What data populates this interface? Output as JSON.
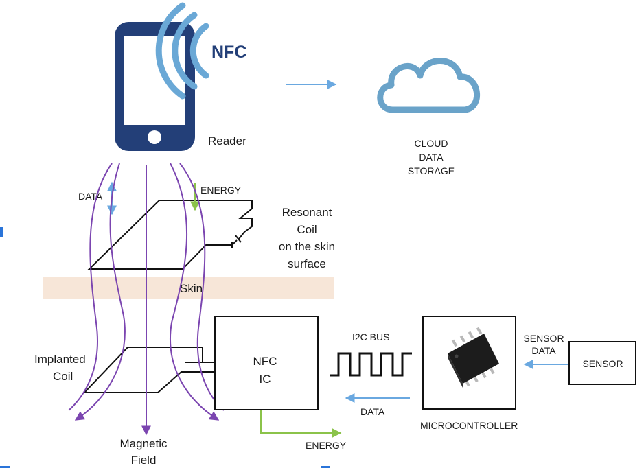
{
  "reader": {
    "nfc_text": "NFC",
    "label": "Reader"
  },
  "cloud": {
    "lines": [
      "CLOUD",
      "DATA",
      "STORAGE"
    ]
  },
  "data_label": "DATA",
  "energy_top_label": "ENERGY",
  "resonant_coil": {
    "lines": [
      "Resonant",
      "Coil",
      "on the skin",
      "surface"
    ]
  },
  "skin_label": "Skin",
  "implanted_coil": {
    "lines": [
      "Implanted",
      "Coil"
    ]
  },
  "nfc_ic": {
    "lines": [
      "NFC",
      "IC"
    ]
  },
  "i2c_bus_label": "I2C BUS",
  "data_bottom_label": "DATA",
  "energy_bottom_label": "ENERGY",
  "microcontroller_label": "MICROCONTROLLER",
  "sensor_data": {
    "lines": [
      "SENSOR",
      "DATA"
    ]
  },
  "sensor_label": "SENSOR",
  "magnetic_field": {
    "lines": [
      "Magnetic",
      "Field"
    ]
  },
  "colors": {
    "phone": "#233f78",
    "nfc_waves": "#6aa8d6",
    "cloud": "#6aa3c9",
    "arrow_blue": "#6aa8e0",
    "arrow_green": "#8bc34a",
    "field": "#7b45b0",
    "skin": "#f7e6d8",
    "edge_mark": "#2a74d9"
  }
}
